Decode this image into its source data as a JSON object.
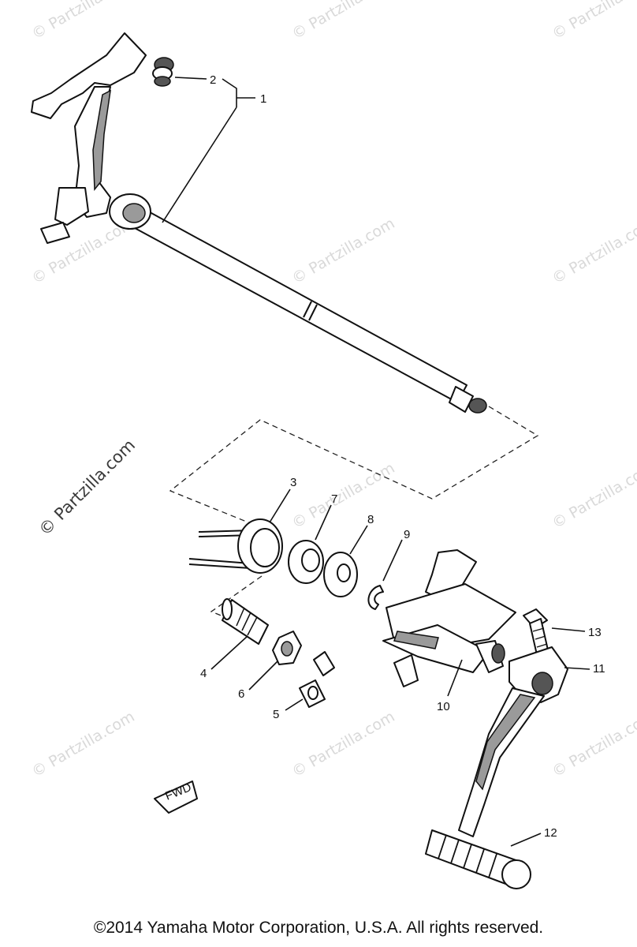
{
  "watermark": {
    "text": "© Partzilla.com",
    "color": "#d9d9d9",
    "prominent_color": "#3a3a3a"
  },
  "callouts": [
    {
      "id": "1",
      "label": "1"
    },
    {
      "id": "2",
      "label": "2"
    },
    {
      "id": "3",
      "label": "3"
    },
    {
      "id": "4",
      "label": "4"
    },
    {
      "id": "5",
      "label": "5"
    },
    {
      "id": "6",
      "label": "6"
    },
    {
      "id": "7",
      "label": "7"
    },
    {
      "id": "8",
      "label": "8"
    },
    {
      "id": "9",
      "label": "9"
    },
    {
      "id": "10",
      "label": "10"
    },
    {
      "id": "11",
      "label": "11"
    },
    {
      "id": "12",
      "label": "12"
    },
    {
      "id": "13",
      "label": "13"
    }
  ],
  "fwd_label": "FWD",
  "copyright": "©2014  Yamaha Motor Corporation, U.S.A. All rights reserved."
}
